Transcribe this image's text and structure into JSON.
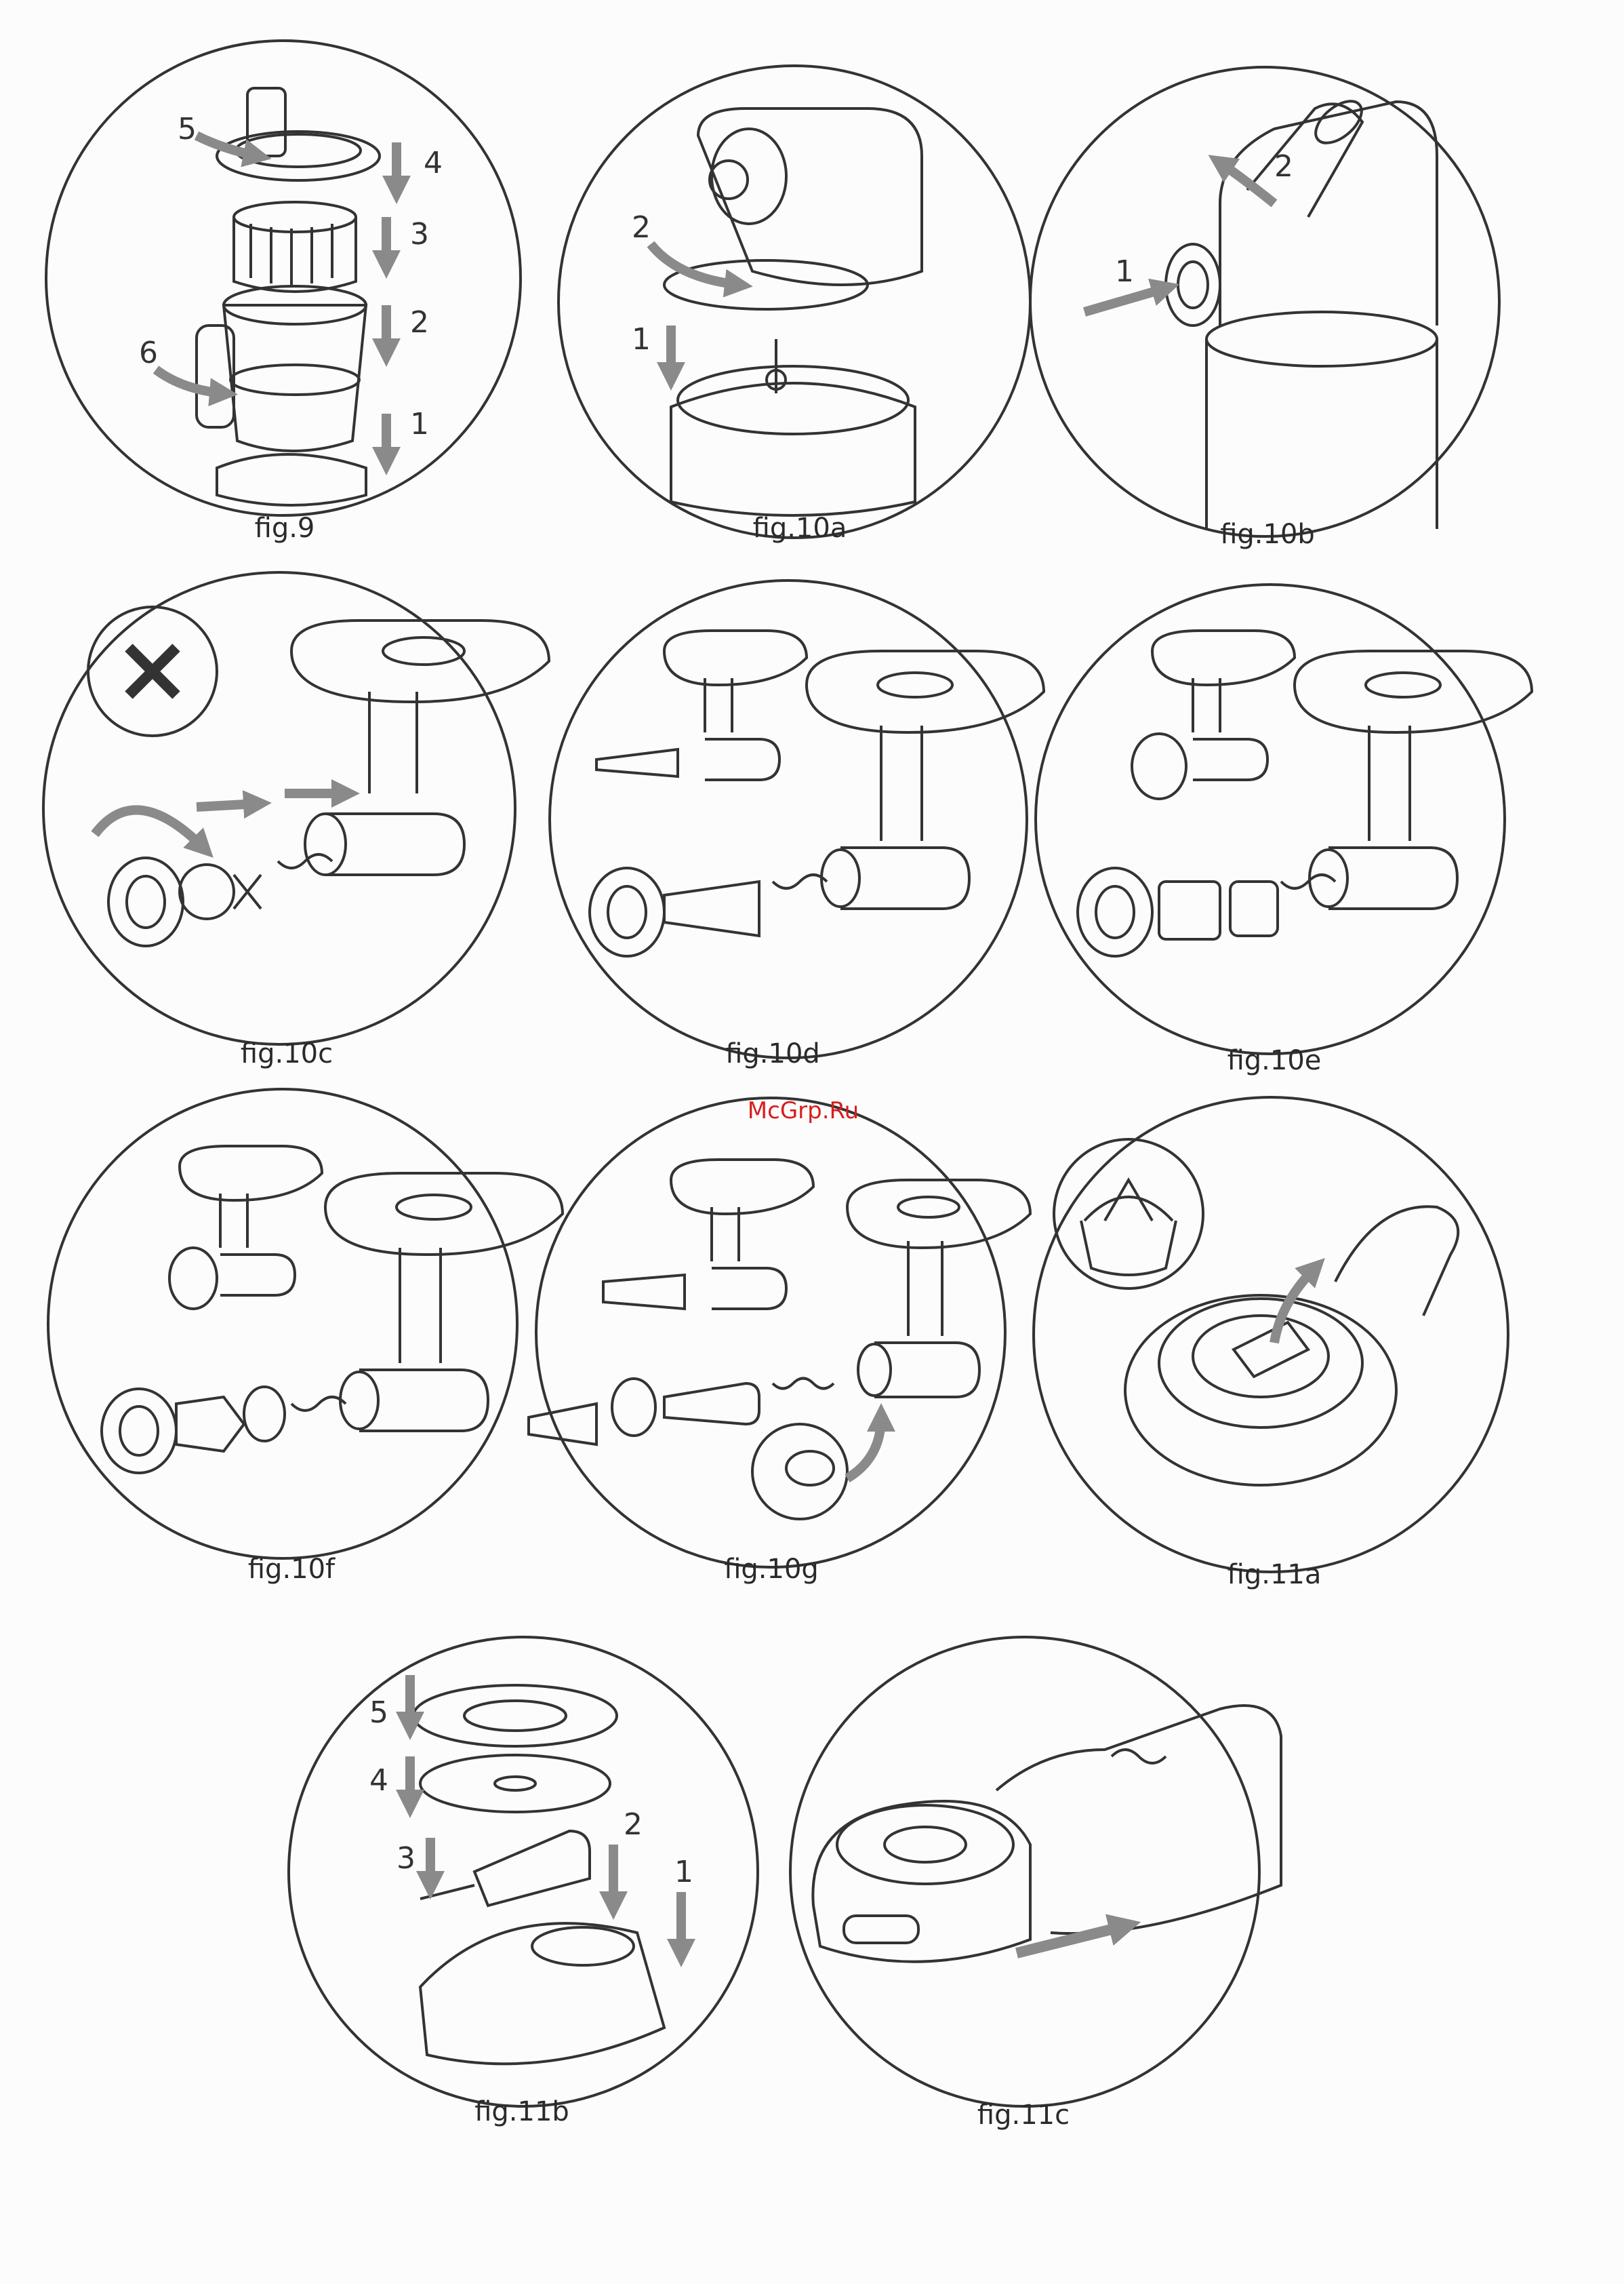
{
  "captions": {
    "fig9": "fig.9",
    "fig10a": "fig.10a",
    "fig10b": "fig.10b",
    "fig10c": "fig.10c",
    "fig10d": "fig.10d",
    "fig10e": "fig.10e",
    "fig10f": "fig.10f",
    "fig10g": "fig.10g",
    "fig11a": "fig.11a",
    "fig11b": "fig.11b",
    "fig11c": "fig.11c"
  },
  "watermark": "McGrp.Ru",
  "step_numbers": {
    "fig9": [
      "1",
      "2",
      "3",
      "4",
      "5",
      "6"
    ],
    "fig10a": [
      "1",
      "2"
    ],
    "fig10b": [
      "1",
      "2"
    ],
    "fig11b": [
      "1",
      "2",
      "3",
      "4",
      "5"
    ]
  },
  "colors": {
    "line": "#333333",
    "arrow": "#8a8a8a",
    "watermark": "#d61e1e"
  }
}
